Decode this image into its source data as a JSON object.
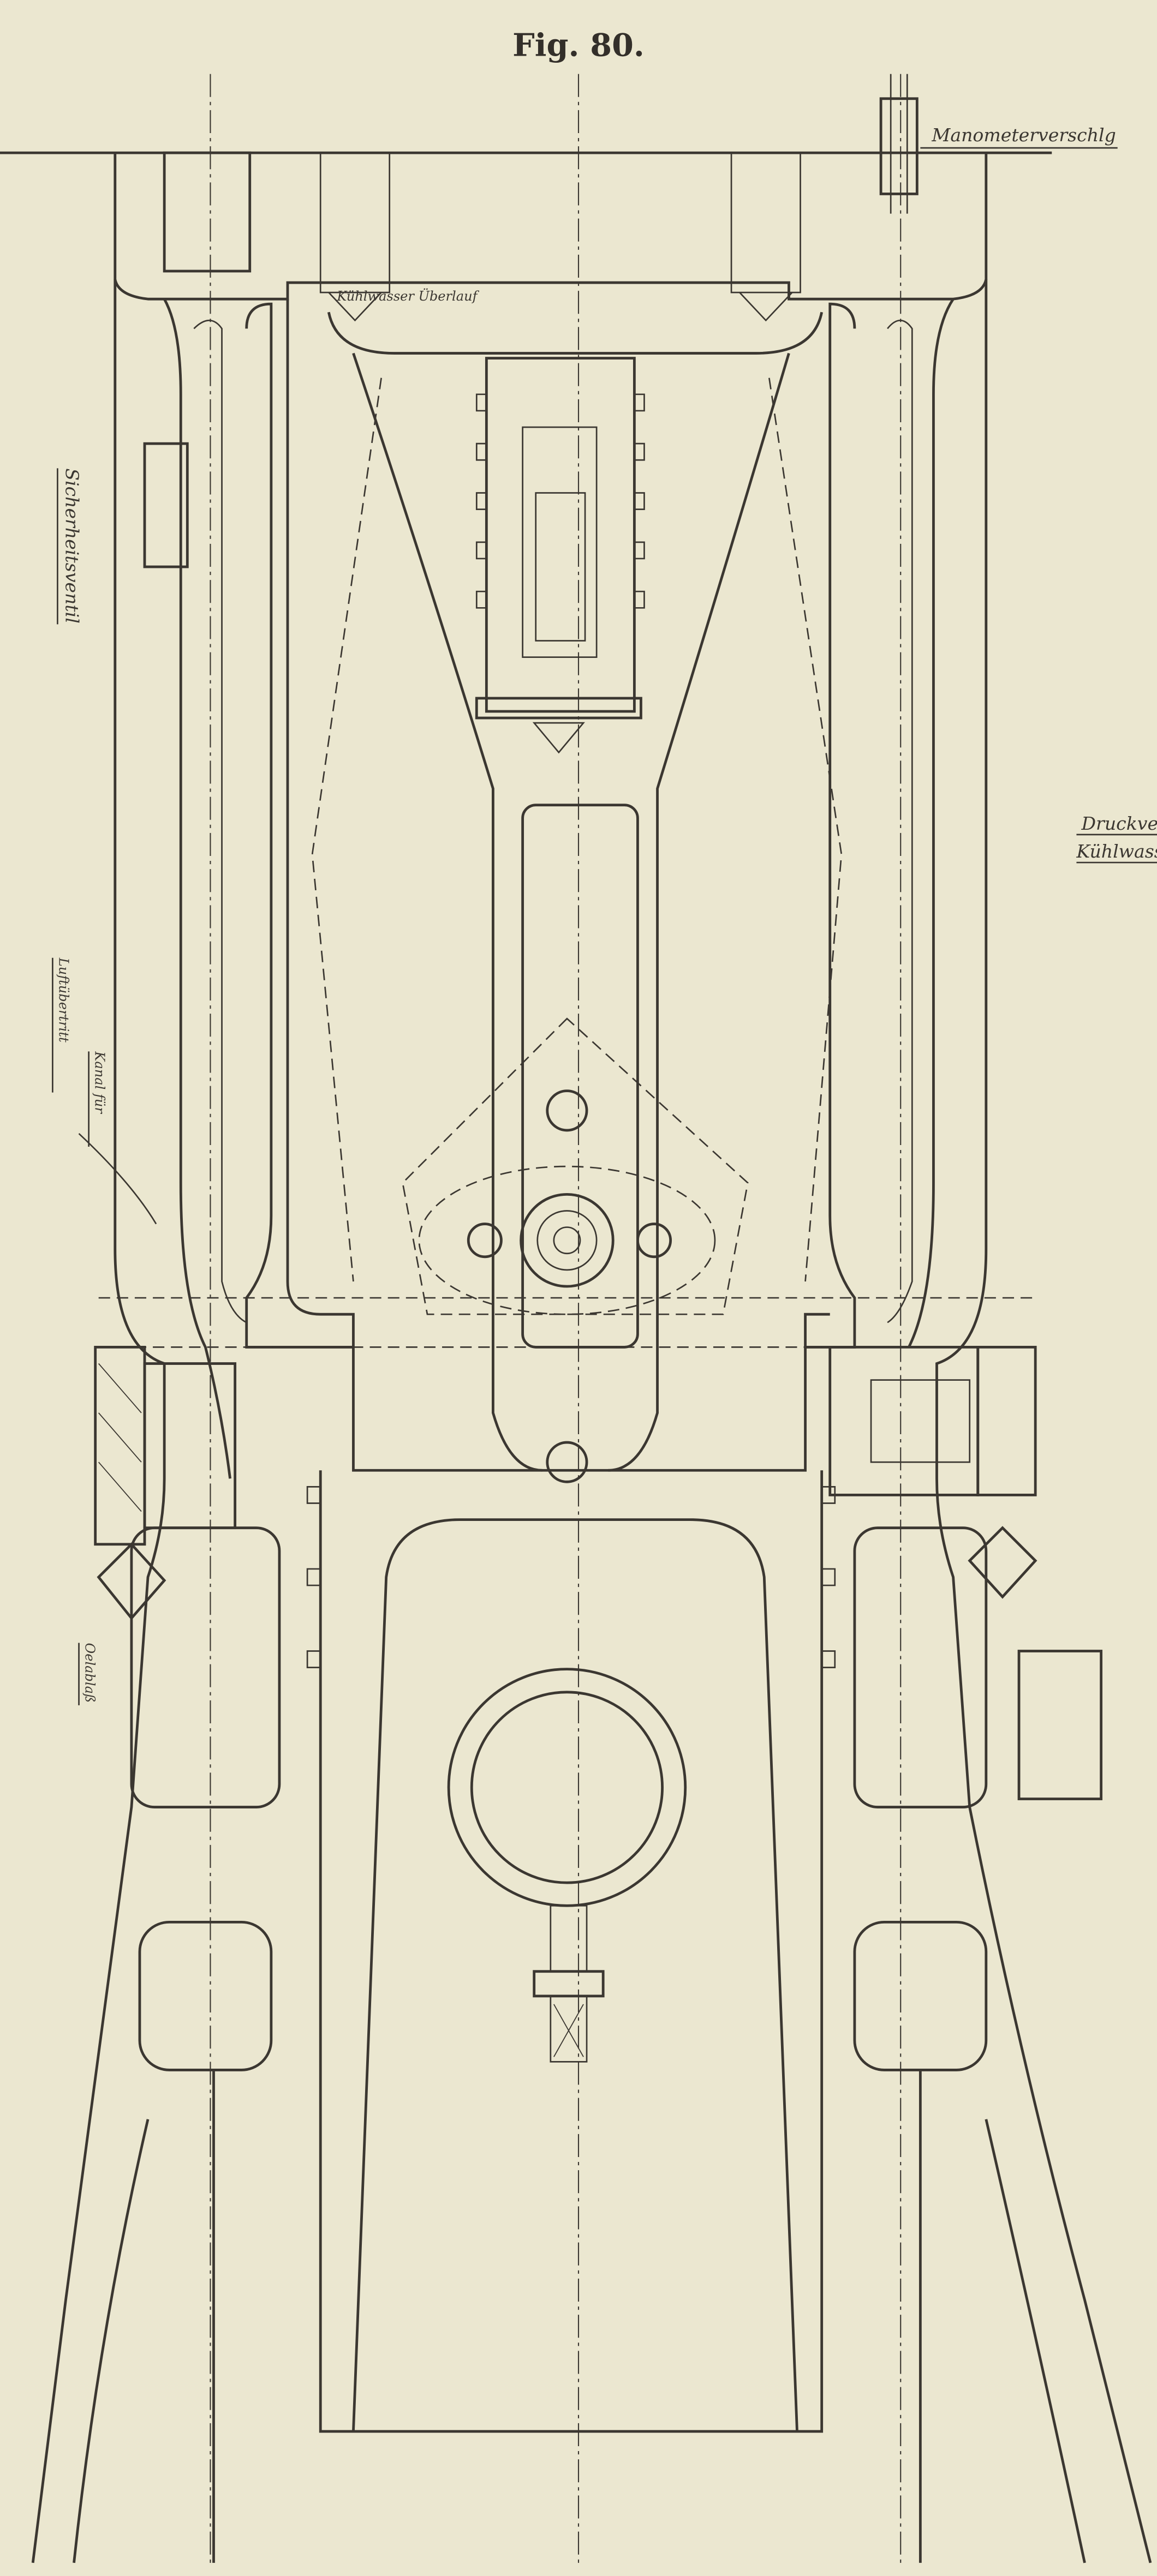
{
  "figure": {
    "title": "Fig. 80.",
    "labels": {
      "manometer": "Manometerverschlg",
      "cooling_overflow": "Kühlwasser Überlauf",
      "safety_valve": "Sicherheitsventil",
      "pressure_line": "Druckver",
      "cooling_water": "Kühlwasse",
      "air_transfer": "Luftübertritt",
      "channel_for": "Kanal für",
      "oil_drain": "Oelablaß"
    }
  },
  "colors": {
    "paper": "#ebe7d0",
    "ink": "#3b3731"
  }
}
